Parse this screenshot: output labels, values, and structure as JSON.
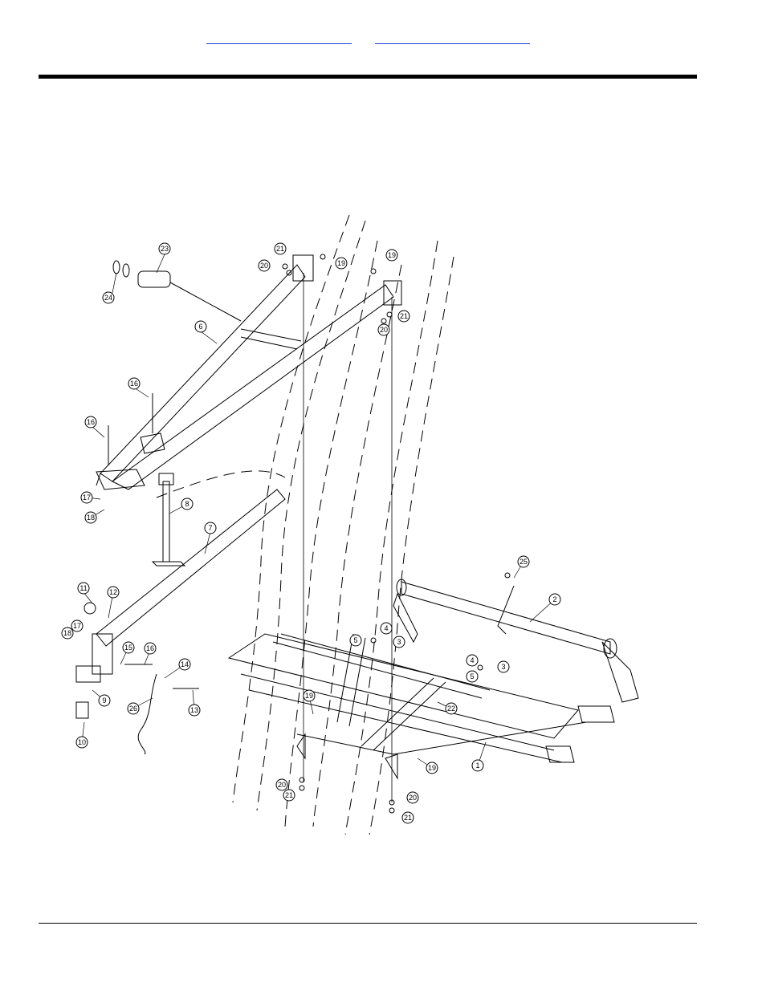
{
  "nav": {
    "link_1": "",
    "link_2": ""
  },
  "colors": {
    "link": "#1a3fd6",
    "line": "#000000",
    "background": "#ffffff"
  },
  "callouts": [
    "1",
    "2",
    "3",
    "3",
    "4",
    "4",
    "5",
    "5",
    "6",
    "7",
    "8",
    "9",
    "10",
    "11",
    "12",
    "13",
    "14",
    "15",
    "16",
    "16",
    "16",
    "17",
    "17",
    "18",
    "18",
    "19",
    "19",
    "19",
    "19",
    "20",
    "20",
    "20",
    "20",
    "21",
    "21",
    "21",
    "21",
    "22",
    "23",
    "24",
    "25",
    "26"
  ]
}
